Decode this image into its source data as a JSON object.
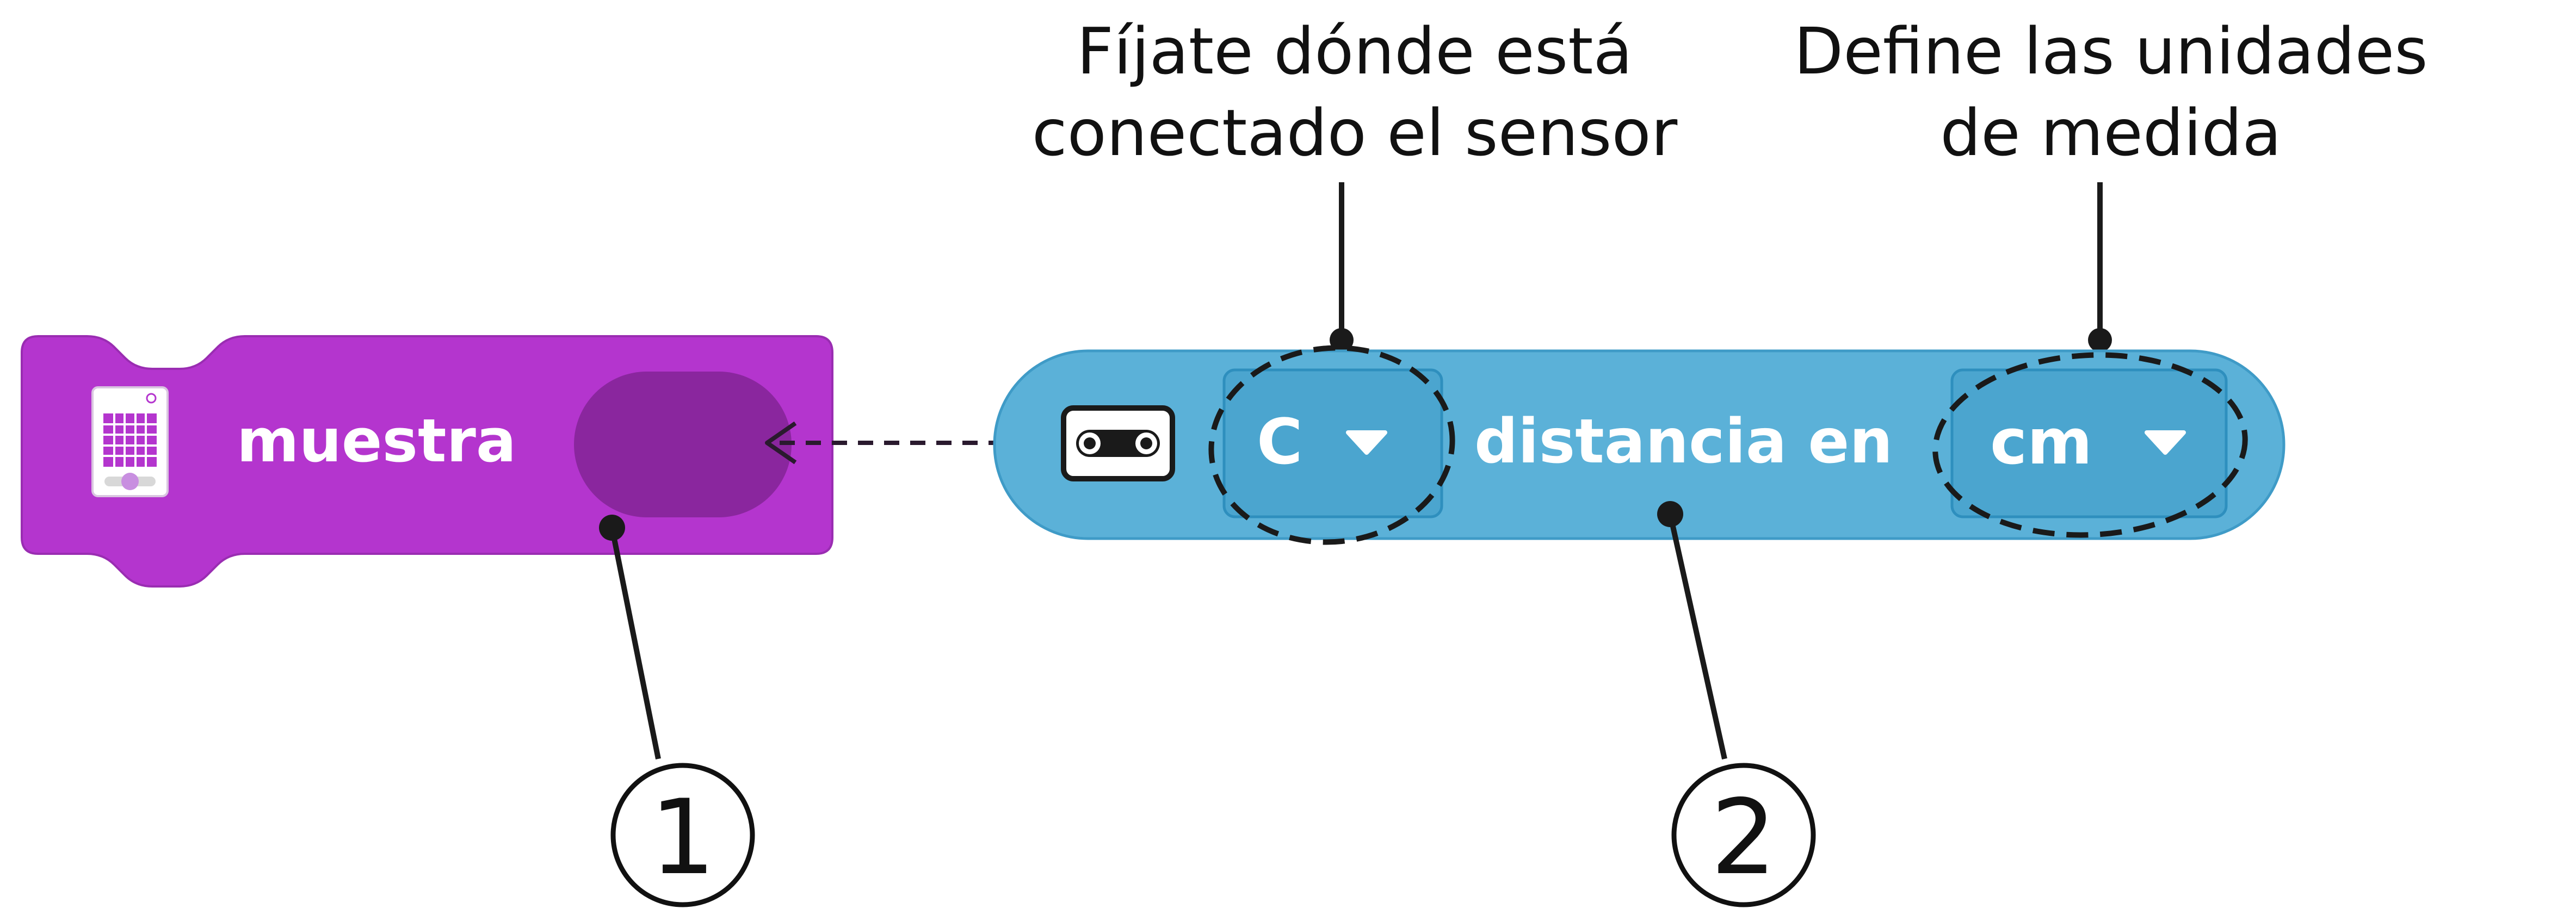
{
  "annotations": {
    "port_note": [
      "Fíjate dónde está",
      "conectado el sensor"
    ],
    "units_note": [
      "Define las unidades",
      "de medida"
    ],
    "marker_1": "①",
    "marker_2": "②"
  },
  "display_block": {
    "label": "muestra",
    "color": "#B435CE",
    "slot_color": "#8A269E",
    "icon": "light-matrix-icon"
  },
  "distance_block": {
    "port_value": "C",
    "label": "distancia en",
    "unit_value": "cm",
    "color": "#5BB1D8",
    "dropdown_color": "#4BA5CF",
    "icon": "distance-sensor-icon"
  },
  "colors": {
    "callout_line": "#1a1a1a",
    "arrow": "#2a1a2e"
  }
}
